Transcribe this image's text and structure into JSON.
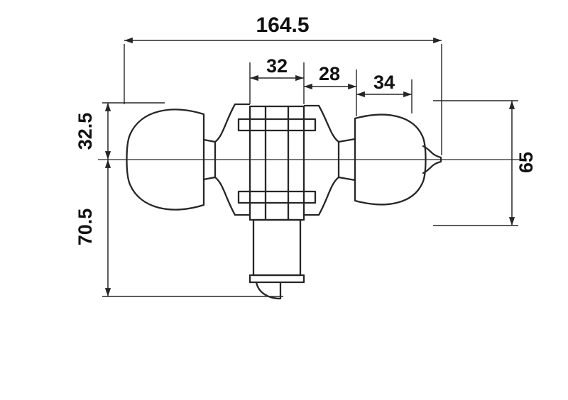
{
  "style": {
    "line_color": "#262626",
    "text_color": "#111111",
    "background": "#ffffff"
  },
  "diagram": {
    "name": "door-knob-lockset-dimension-drawing",
    "dimensions": {
      "overall_length": "164.5",
      "center_section_width": "32",
      "right_neck_width": "28",
      "right_knob_width": "34",
      "upper_half_height": "32.5",
      "lower_half_height": "70.5",
      "right_side_height": "65"
    }
  }
}
